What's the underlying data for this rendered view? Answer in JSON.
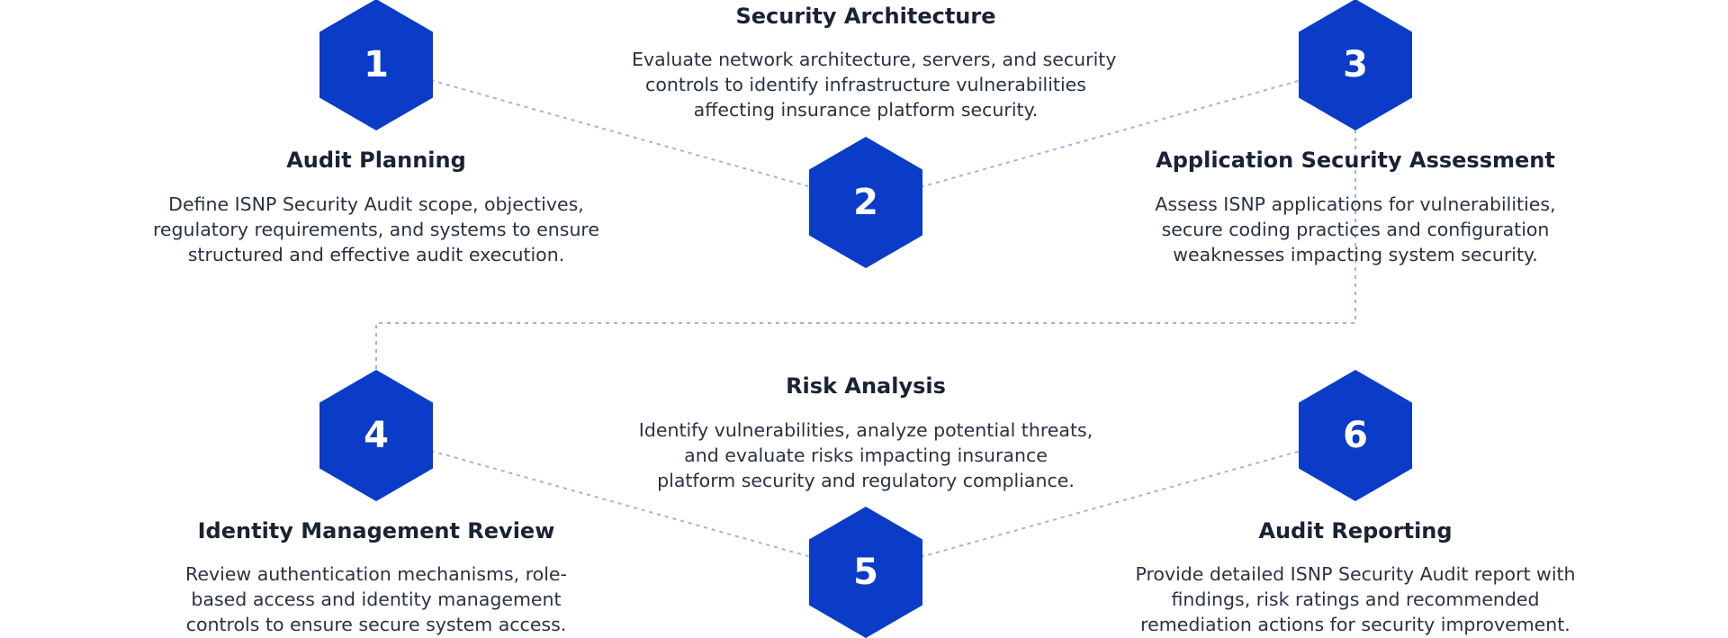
{
  "colors": {
    "hex_fill": "#0a3cc8",
    "connector": "#9db3e8",
    "title_text": "#1a2233",
    "body_text": "#2a3242"
  },
  "steps": [
    {
      "number": "1",
      "title": "Audit Planning",
      "lines": [
        "Define ISNP Security Audit scope, objectives,",
        "regulatory requirements, and systems to ensure",
        "structured and effective audit execution."
      ]
    },
    {
      "number": "2",
      "title": "Security Architecture",
      "lines": [
        "Evaluate network architecture, servers, and security",
        "controls to identify infrastructure vulnerabilities",
        "affecting insurance platform security."
      ]
    },
    {
      "number": "3",
      "title": "Application Security Assessment",
      "lines": [
        "Assess ISNP applications for vulnerabilities,",
        "secure coding practices and configuration",
        "weaknesses impacting system security."
      ]
    },
    {
      "number": "4",
      "title": "Identity Management Review",
      "lines": [
        "Review authentication mechanisms, role-",
        "based access and identity management",
        "controls to ensure secure system access."
      ]
    },
    {
      "number": "5",
      "title": "Risk Analysis",
      "lines": [
        "Identify vulnerabilities, analyze potential threats,",
        "and evaluate risks impacting insurance",
        "platform security and regulatory compliance."
      ]
    },
    {
      "number": "6",
      "title": "Audit Reporting",
      "lines": [
        "Provide detailed ISNP Security Audit report with",
        "findings, risk ratings and recommended",
        "remediation actions for security improvement."
      ]
    }
  ]
}
